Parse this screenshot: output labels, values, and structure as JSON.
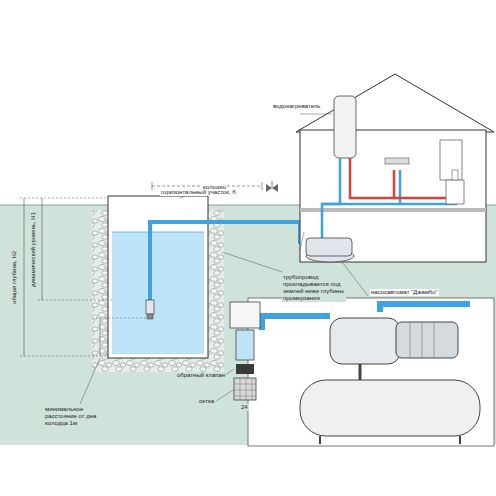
{
  "diagram": {
    "labels": [
      "водонагреватель",
      "колодец",
      "горизонтальный участок, б",
      "трубопровод прокладывается под землей ниже глубины промерзания",
      "насосавтомат \"Джамбо\"",
      "общая глубина, Н2",
      "динамический уровень, Н1",
      "минимальное расстояние от дна колодца 1м",
      "обратный клапан",
      "сетка",
      "24"
    ]
  }
}
